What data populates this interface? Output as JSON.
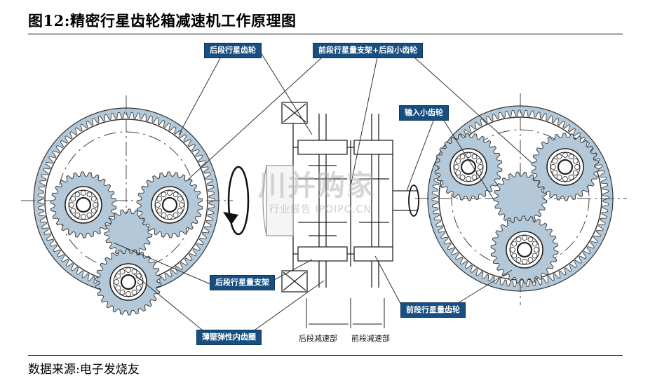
{
  "figure": {
    "title": "图12:精密行星齿轮箱减速机工作原理图",
    "source": "数据来源:电子发烧友"
  },
  "labels": {
    "rear_planet_gear": "后段行星齿轮",
    "front_carrier_rear_sun": "前段行星量支架+后段小齿轮",
    "input_pinion": "输入小齿轮",
    "rear_planet_carrier": "后段行星量支架",
    "front_planet_gear": "前段行星量齿轮",
    "thin_wall_ring": "薄壁弹性内齿圈",
    "rear_stage": "后段减速部",
    "front_stage": "前段减速部"
  },
  "watermark": {
    "main": "川并购家",
    "sub": "行业报告 IPOIPO.CN"
  },
  "colors": {
    "gear_fill": "#b3c8d8",
    "gear_stroke": "#333333",
    "label_bg": "#184f80"
  }
}
